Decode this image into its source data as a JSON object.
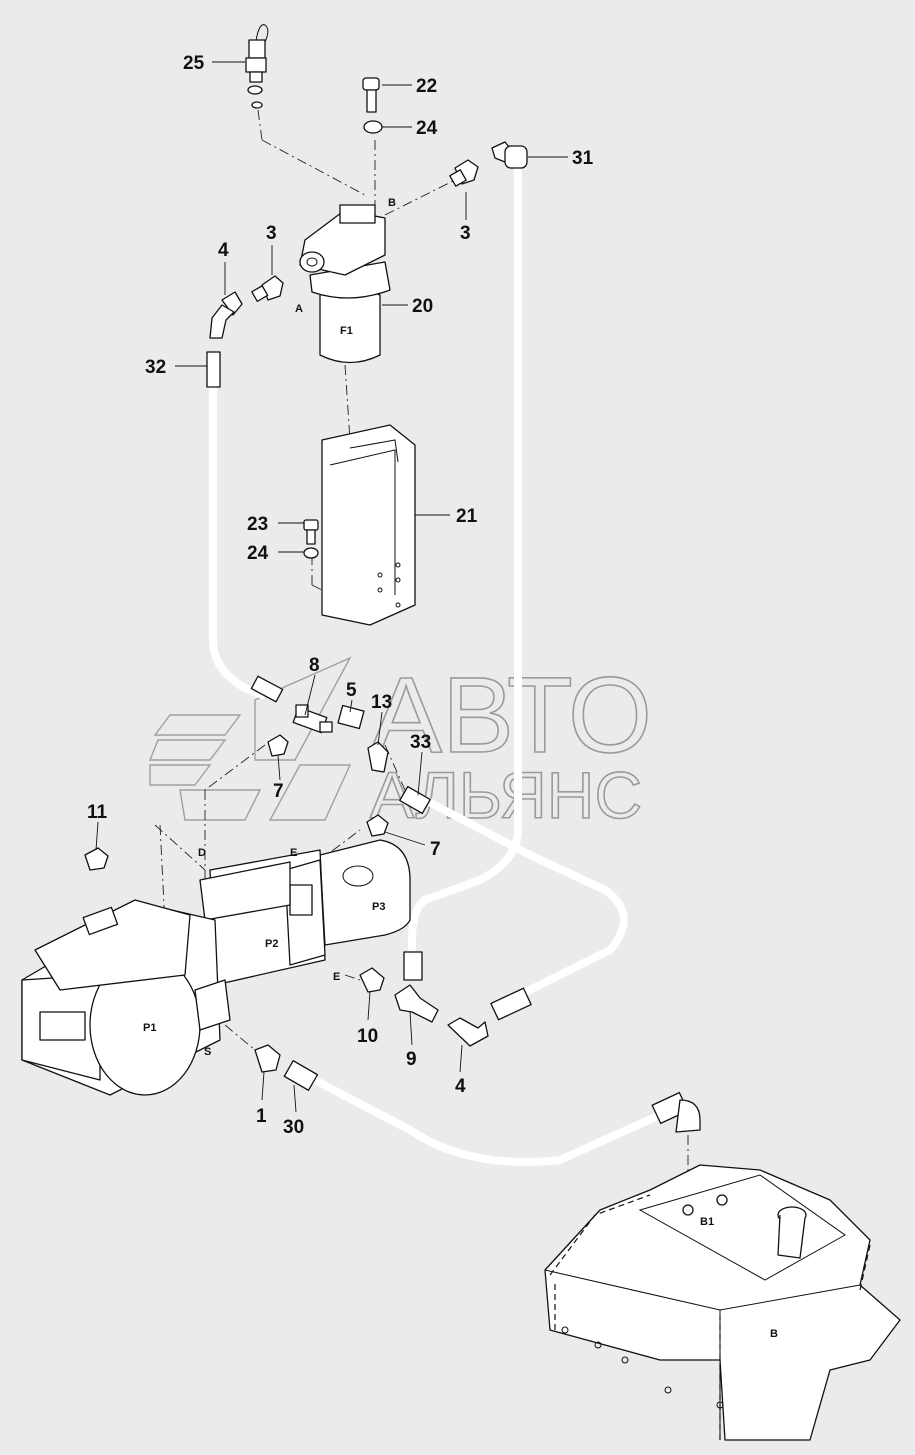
{
  "watermark": {
    "line1": "АВТО",
    "line2": "АЛЬЯНС"
  },
  "labels": [
    {
      "id": "25",
      "text": "25"
    },
    {
      "id": "22",
      "text": "22"
    },
    {
      "id": "24a",
      "text": "24"
    },
    {
      "id": "31",
      "text": "31"
    },
    {
      "id": "3a",
      "text": "3"
    },
    {
      "id": "3b",
      "text": "3"
    },
    {
      "id": "4a",
      "text": "4"
    },
    {
      "id": "20",
      "text": "20"
    },
    {
      "id": "32",
      "text": "32"
    },
    {
      "id": "21",
      "text": "21"
    },
    {
      "id": "23",
      "text": "23"
    },
    {
      "id": "24b",
      "text": "24"
    },
    {
      "id": "8",
      "text": "8"
    },
    {
      "id": "5",
      "text": "5"
    },
    {
      "id": "13",
      "text": "13"
    },
    {
      "id": "33",
      "text": "33"
    },
    {
      "id": "7a",
      "text": "7"
    },
    {
      "id": "11",
      "text": "11"
    },
    {
      "id": "7b",
      "text": "7"
    },
    {
      "id": "10",
      "text": "10"
    },
    {
      "id": "9",
      "text": "9"
    },
    {
      "id": "4b",
      "text": "4"
    },
    {
      "id": "1",
      "text": "1"
    },
    {
      "id": "30",
      "text": "30"
    }
  ],
  "ports": {
    "a": "A",
    "b": "B",
    "f1": "F1",
    "d": "D",
    "e1": "E",
    "e2": "E",
    "p1": "P1",
    "p2": "P2",
    "p3": "P3",
    "s": "S",
    "b1": "B1",
    "tank_b": "B"
  }
}
